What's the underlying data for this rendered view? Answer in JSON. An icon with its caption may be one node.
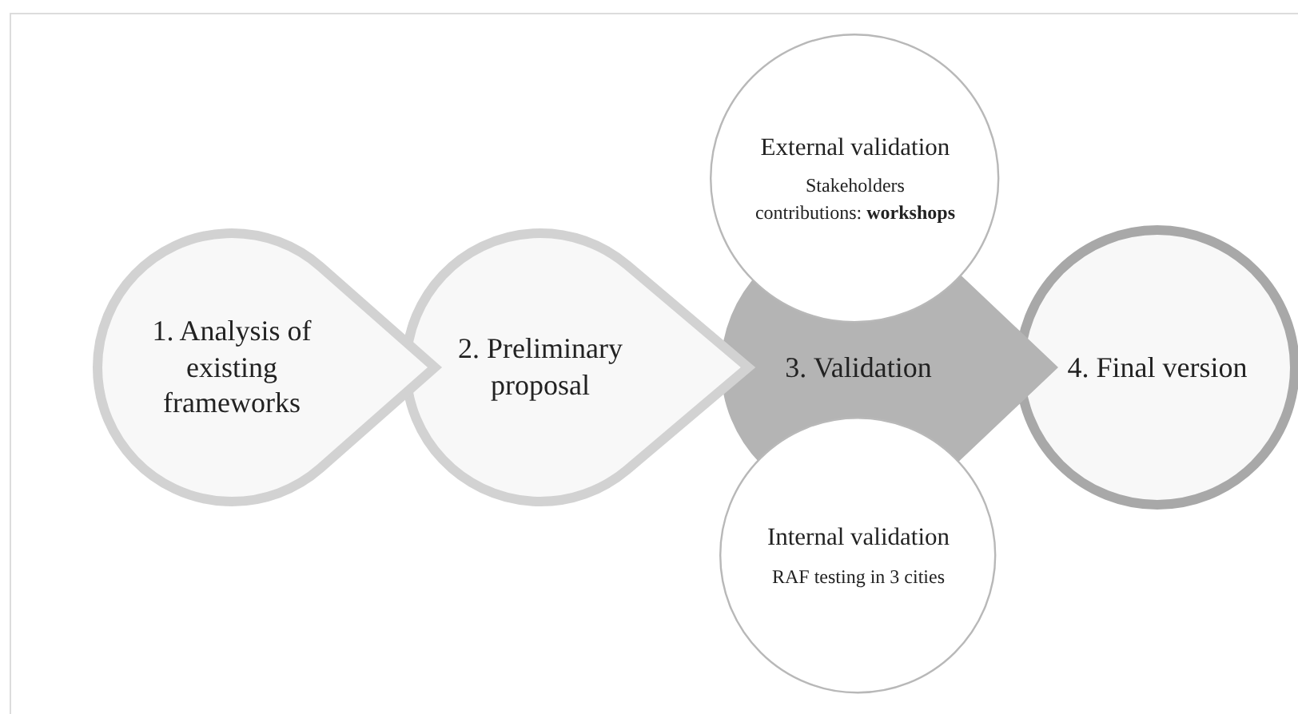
{
  "diagram": {
    "nodes": [
      {
        "text": [
          "1. Analysis of existing frameworks"
        ]
      },
      {
        "text": [
          "2. Preliminary proposal"
        ]
      },
      {
        "text": [
          "3. Validation"
        ]
      },
      {
        "text": [
          "External validation",
          "Stakeholders contributions: **workshops**"
        ]
      },
      {
        "text": [
          "Internal validation",
          "RAF testing in 3 cities"
        ]
      },
      {
        "text": [
          "4. Final version"
        ]
      }
    ]
  }
}
